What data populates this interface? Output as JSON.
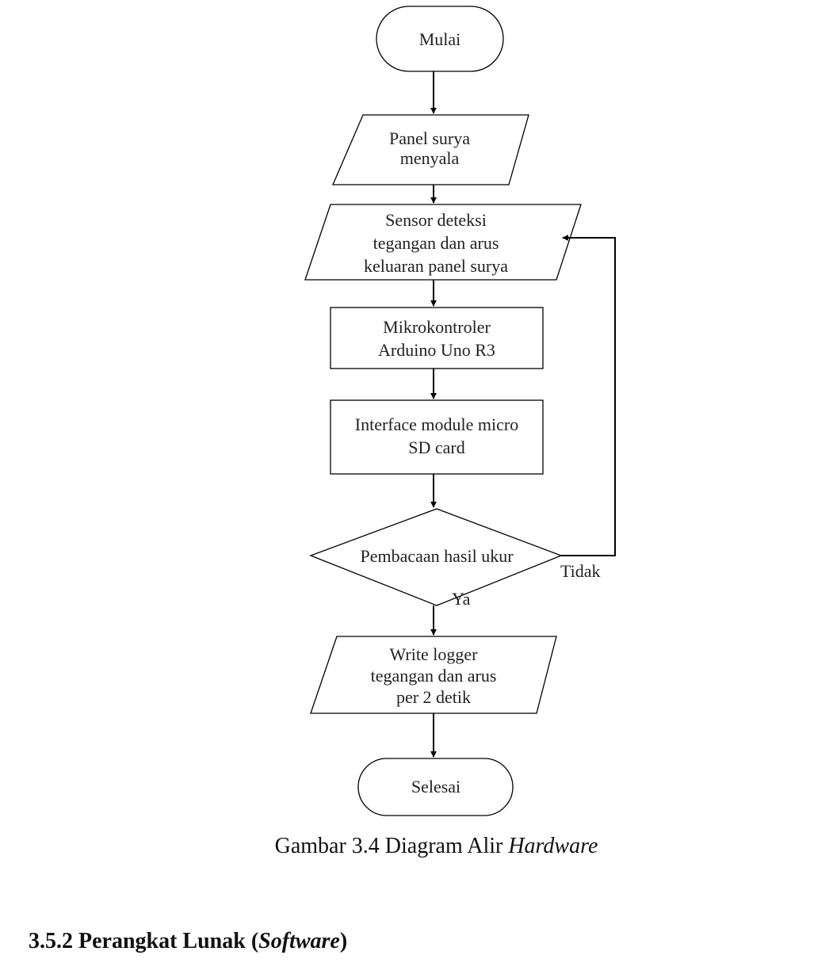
{
  "flowchart": {
    "start": "Mulai",
    "panel": [
      "Panel surya",
      "menyala"
    ],
    "sensor": [
      "Sensor deteksi",
      "tegangan dan arus",
      "keluaran panel surya"
    ],
    "mikro": [
      "Mikrokontroler",
      "Arduino Uno R3"
    ],
    "interface": [
      "Interface module micro",
      "SD card"
    ],
    "decision": "Pembacaan hasil ukur",
    "no_label": "Tidak",
    "yes_label": "Ya",
    "write": [
      "Write logger",
      "tegangan dan arus",
      "per 2 detik"
    ],
    "end": "Selesai"
  },
  "caption": {
    "prefix": "Gambar 3.4 Diagram Alir ",
    "italic": "Hardware"
  },
  "section": {
    "number": "3.5.2",
    "title_start": "Perangkat Lunak (",
    "title_italic": "Software",
    "title_end": ")"
  }
}
